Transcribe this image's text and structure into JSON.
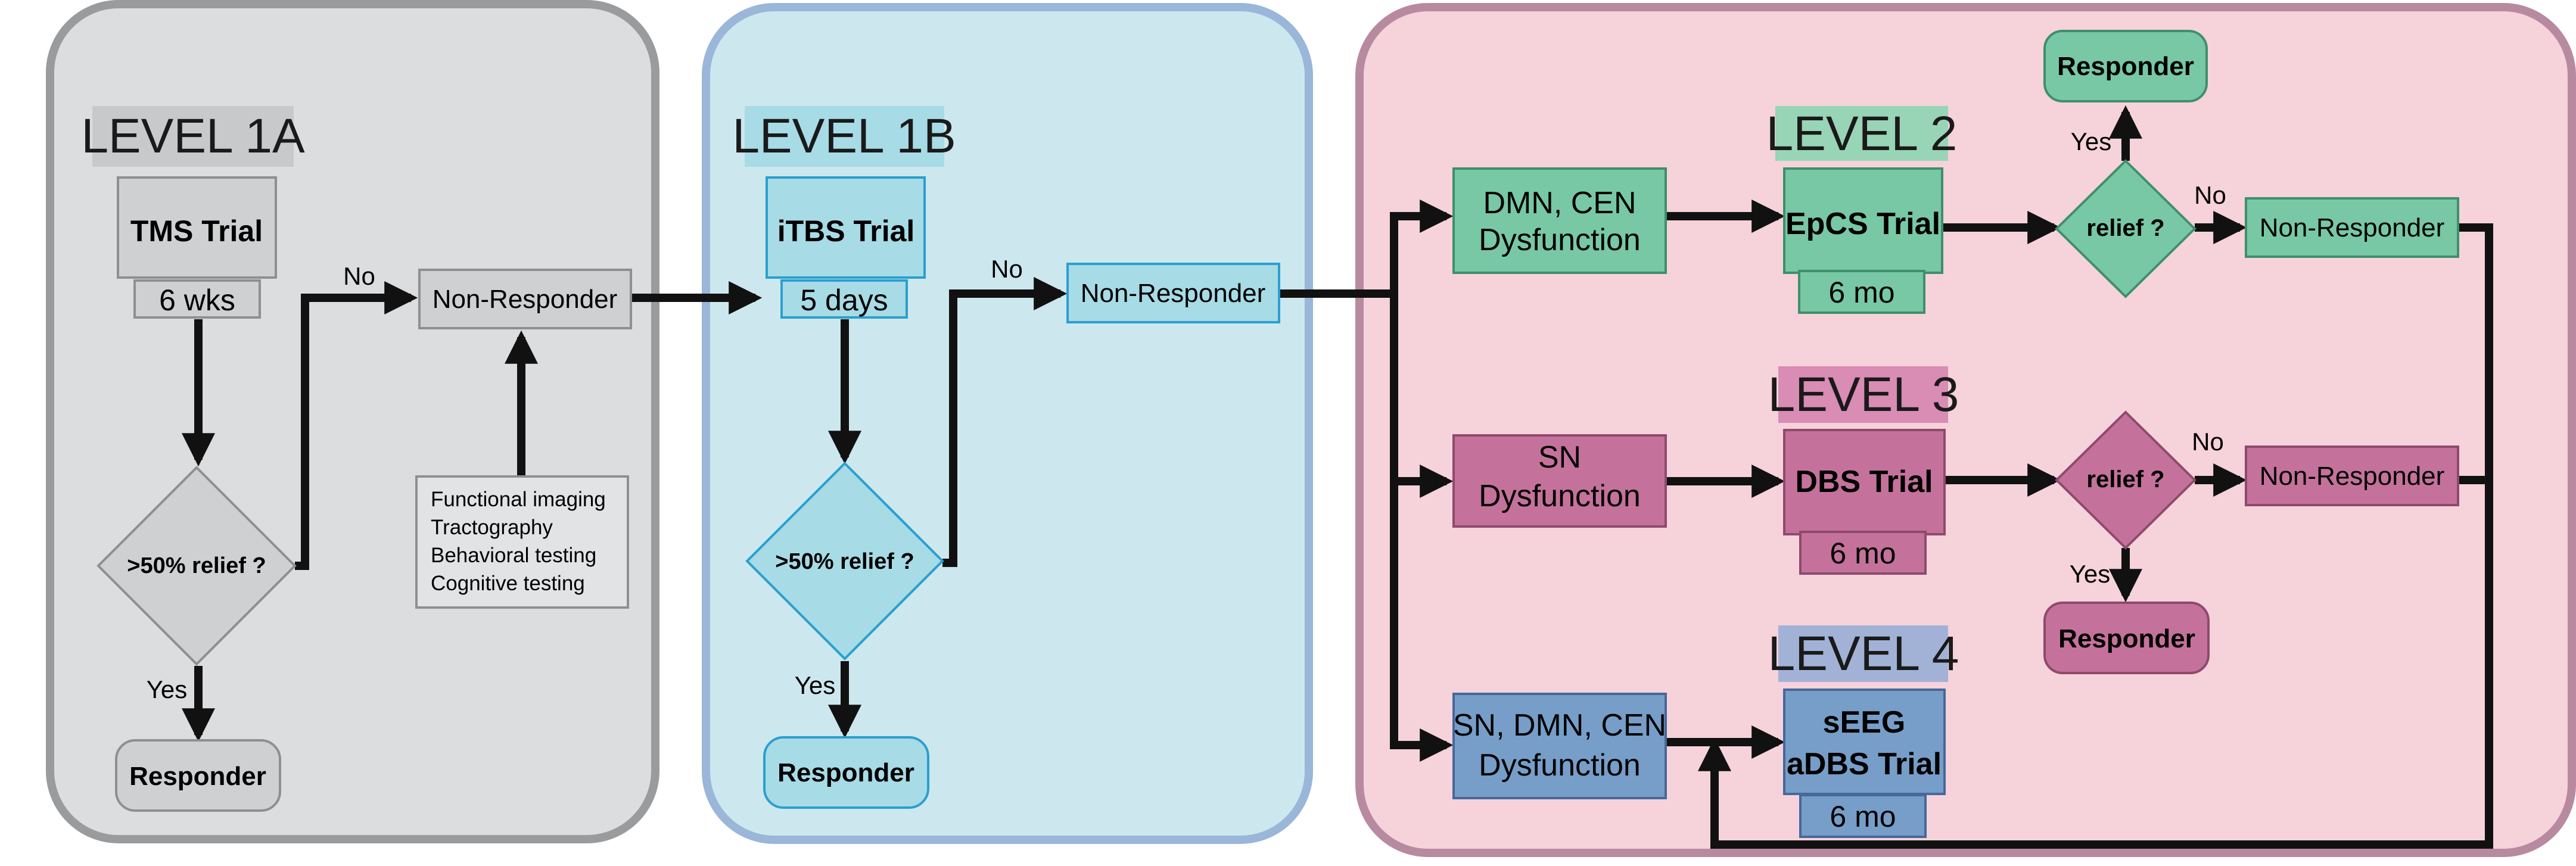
{
  "colors": {
    "gray_panel": "#dcdddf",
    "blue_panel": "#cce8ee",
    "pink_panel": "#f6d2da",
    "green": "#78c8a6",
    "magenta": "#c4729c",
    "blue": "#769ec8",
    "arrow": "#111111"
  },
  "level1a": {
    "title": "LEVEL 1A",
    "trial": "TMS Trial",
    "duration": "6 wks",
    "decision": ">50%  relief ?",
    "no_label": "No",
    "yes_label": "Yes",
    "non_responder": "Non-Responder",
    "responder": "Responder",
    "tests": [
      "Functional imaging",
      "Tractography",
      "Behavioral testing",
      "Cognitive testing"
    ]
  },
  "level1b": {
    "title": "LEVEL 1B",
    "trial": "iTBS Trial",
    "duration": "5 days",
    "decision": ">50%  relief ?",
    "no_label": "No",
    "yes_label": "Yes",
    "non_responder": "Non-Responder",
    "responder": "Responder"
  },
  "level2": {
    "title": "LEVEL 2",
    "dysfunction": [
      "DMN, CEN",
      "Dysfunction"
    ],
    "trial": "EpCS Trial",
    "duration": "6 mo",
    "decision": "relief ?",
    "yes_label": "Yes",
    "no_label": "No",
    "responder": "Responder",
    "non_responder": "Non-Responder"
  },
  "level3": {
    "title": "LEVEL 3",
    "dysfunction": [
      "SN",
      "Dysfunction"
    ],
    "trial": "DBS Trial",
    "duration": "6 mo",
    "decision": "relief ?",
    "yes_label": "Yes",
    "no_label": "No",
    "responder": "Responder",
    "non_responder": "Non-Responder"
  },
  "level4": {
    "title": "LEVEL 4",
    "dysfunction": [
      "SN, DMN, CEN",
      "Dysfunction"
    ],
    "trial": [
      "sEEG",
      "aDBS Trial"
    ],
    "duration": "6 mo"
  }
}
